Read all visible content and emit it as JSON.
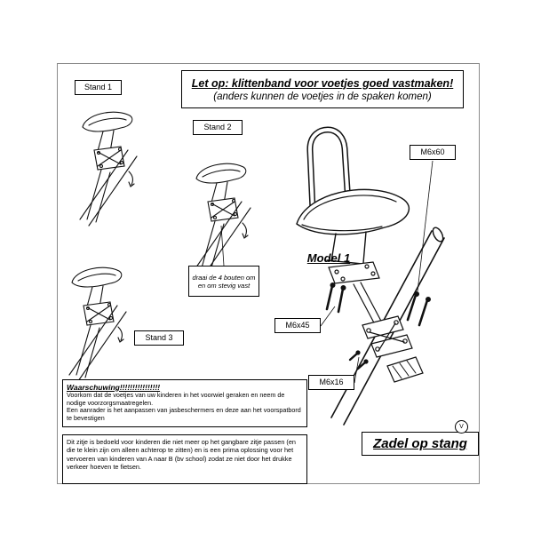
{
  "header": {
    "line1": "Let op: klittenband voor voetjes goed vastmaken!",
    "line2": "(anders kunnen de voetjes in de spaken komen)"
  },
  "stands": {
    "stand1": "Stand 1",
    "stand2": "Stand 2",
    "stand3": "Stand 3"
  },
  "model_label": "Model 1",
  "bolts": {
    "m6x60": "M6x60",
    "m6x45": "M6x45",
    "m6x16": "M6x16"
  },
  "note": "draai de 4 bouten om en om stevig vast",
  "warning": {
    "title": "Waarschuwing!!!!!!!!!!!!!!!!",
    "body1": "Voorkom dat de voetjes van uw kinderen in het voorwiel geraken en neem de nodige voorzorgsmaatregelen.",
    "body2": "Een aanrader is het aanpassen van jasbeschermers en deze aan het voorspatbord te bevestigen"
  },
  "description": "Dit zitje is bedoeld voor kinderen die niet meer op het gangbare zitje passen (en die te klein zijn om alleen achterop te zitten) en is een prima oplossing voor het vervoeren van kinderen van A naar B (bv school) zodat ze niet door het drukke verkeer hoeven te fietsen.",
  "footer": {
    "product": "Zadel op stang",
    "mark": "V"
  }
}
